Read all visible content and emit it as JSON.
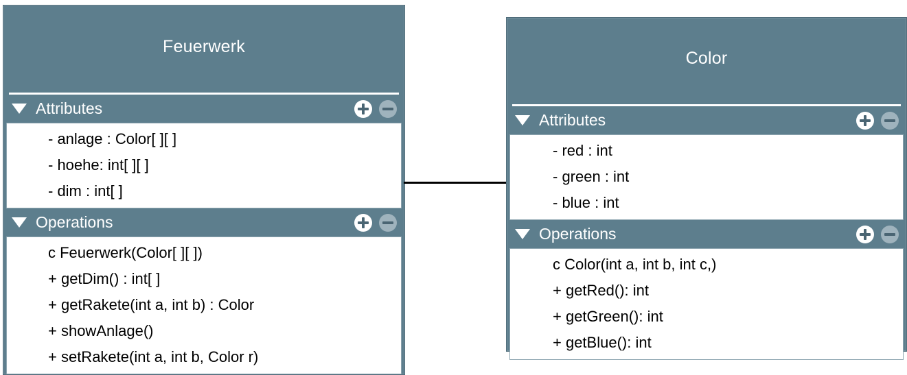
{
  "diagram": {
    "type": "uml-class-diagram",
    "colors": {
      "header_background": "#5d7e8d",
      "header_text": "#ffffff",
      "panel_background": "#ffffff",
      "panel_text": "#000000",
      "panel_border": "#8fa6b1",
      "connector": "#000000",
      "add_button": "#ffffff",
      "remove_button": "#9fb3bd",
      "button_glyph": "#4a6573"
    },
    "connector": {
      "label": "",
      "style": "solid-line",
      "from": "Feuerwerk",
      "to": "Color"
    },
    "classes": [
      {
        "name": "Feuerwerk",
        "compartments": [
          {
            "label": "Attributes",
            "collapse_icon": "triangle-down-icon",
            "add_icon": "plus-circle-icon",
            "remove_icon": "minus-circle-icon",
            "members": [
              "- anlage : Color[ ][ ]",
              "- hoehe: int[ ][ ]",
              "- dim : int[ ]"
            ]
          },
          {
            "label": "Operations",
            "collapse_icon": "triangle-down-icon",
            "add_icon": "plus-circle-icon",
            "remove_icon": "minus-circle-icon",
            "members": [
              "c Feuerwerk(Color[ ][ ])",
              "+ getDim() : int[ ]",
              "+ getRakete(int a, int b) : Color",
              "+ showAnlage()",
              "+ setRakete(int a, int b, Color r)"
            ]
          }
        ]
      },
      {
        "name": "Color",
        "compartments": [
          {
            "label": "Attributes",
            "collapse_icon": "triangle-down-icon",
            "add_icon": "plus-circle-icon",
            "remove_icon": "minus-circle-icon",
            "members": [
              "- red : int",
              "- green : int",
              "- blue : int"
            ]
          },
          {
            "label": "Operations",
            "collapse_icon": "triangle-down-icon",
            "add_icon": "plus-circle-icon",
            "remove_icon": "minus-circle-icon",
            "members": [
              "c Color(int a, int b, int c,)",
              "+ getRed(): int",
              "+ getGreen(): int",
              "+ getBlue(): int"
            ]
          }
        ]
      }
    ]
  }
}
